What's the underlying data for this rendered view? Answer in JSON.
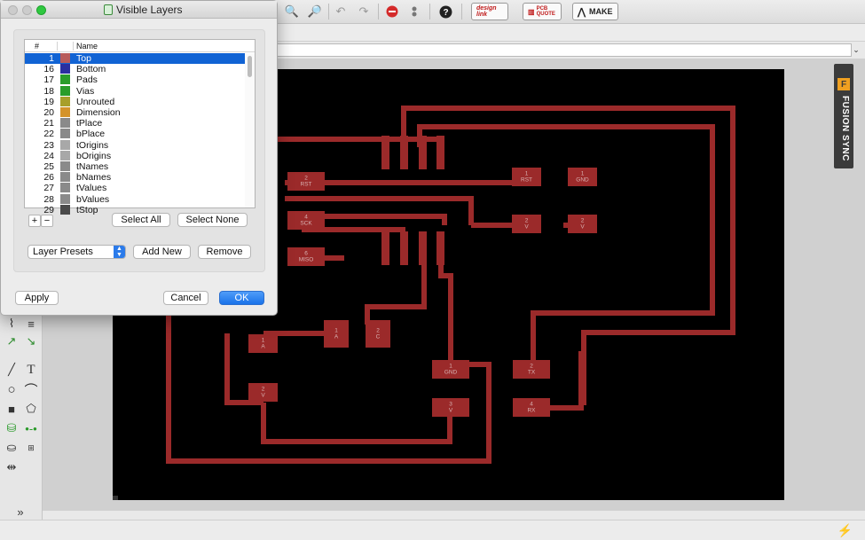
{
  "toolbar": {
    "badges": {
      "design_link": "design link",
      "pcb_quote": "PCB QUOTE",
      "make": "MAKE"
    }
  },
  "fusion_sync": {
    "label": "FUSION SYNC",
    "logo": "F"
  },
  "board": {
    "colors": {
      "background": "#000000",
      "copper": "#9b2a2a",
      "pad_text": "#d8b2b2"
    },
    "pads": [
      {
        "label": "2\nRST"
      },
      {
        "label": "4\nSCK"
      },
      {
        "label": "6\nMISO"
      },
      {
        "label": "1\nRST"
      },
      {
        "label": "1\nGND"
      },
      {
        "label": "2\nV"
      },
      {
        "label": "2\nV"
      },
      {
        "label": "1\nA"
      },
      {
        "label": "2\nC"
      },
      {
        "label": "1\nA"
      },
      {
        "label": "2\nV"
      },
      {
        "label": "1\nGND"
      },
      {
        "label": "2\nTX"
      },
      {
        "label": "3\nV"
      },
      {
        "label": "4\nRX"
      }
    ]
  },
  "dialog": {
    "title": "Visible Layers",
    "columns": {
      "num": "#",
      "name": "Name"
    },
    "layers": [
      {
        "num": "1",
        "name": "Top",
        "color": "#b85c5c",
        "selected": true
      },
      {
        "num": "16",
        "name": "Bottom",
        "color": "#2b2fa0",
        "selected": false
      },
      {
        "num": "17",
        "name": "Pads",
        "color": "#2a9d2a",
        "selected": false
      },
      {
        "num": "18",
        "name": "Vias",
        "color": "#2a9d2a",
        "selected": false
      },
      {
        "num": "19",
        "name": "Unrouted",
        "color": "#a89f2a",
        "selected": false
      },
      {
        "num": "20",
        "name": "Dimension",
        "color": "#d4932a",
        "selected": false
      },
      {
        "num": "21",
        "name": "tPlace",
        "color": "#8a8a8a",
        "selected": false
      },
      {
        "num": "22",
        "name": "bPlace",
        "color": "#8a8a8a",
        "selected": false
      },
      {
        "num": "23",
        "name": "tOrigins",
        "color": "#a8a8a8",
        "selected": false
      },
      {
        "num": "24",
        "name": "bOrigins",
        "color": "#a8a8a8",
        "selected": false
      },
      {
        "num": "25",
        "name": "tNames",
        "color": "#8a8a8a",
        "selected": false
      },
      {
        "num": "26",
        "name": "bNames",
        "color": "#8a8a8a",
        "selected": false
      },
      {
        "num": "27",
        "name": "tValues",
        "color": "#8a8a8a",
        "selected": false
      },
      {
        "num": "28",
        "name": "bValues",
        "color": "#8a8a8a",
        "selected": false
      },
      {
        "num": "29",
        "name": "tStop",
        "color": "#4a4a4a",
        "selected": false
      }
    ],
    "add_symbol": "+",
    "remove_symbol": "−",
    "select_all": "Select All",
    "select_none": "Select None",
    "presets": "Layer Presets",
    "add_new": "Add New",
    "remove": "Remove",
    "apply": "Apply",
    "cancel": "Cancel",
    "ok": "OK"
  }
}
